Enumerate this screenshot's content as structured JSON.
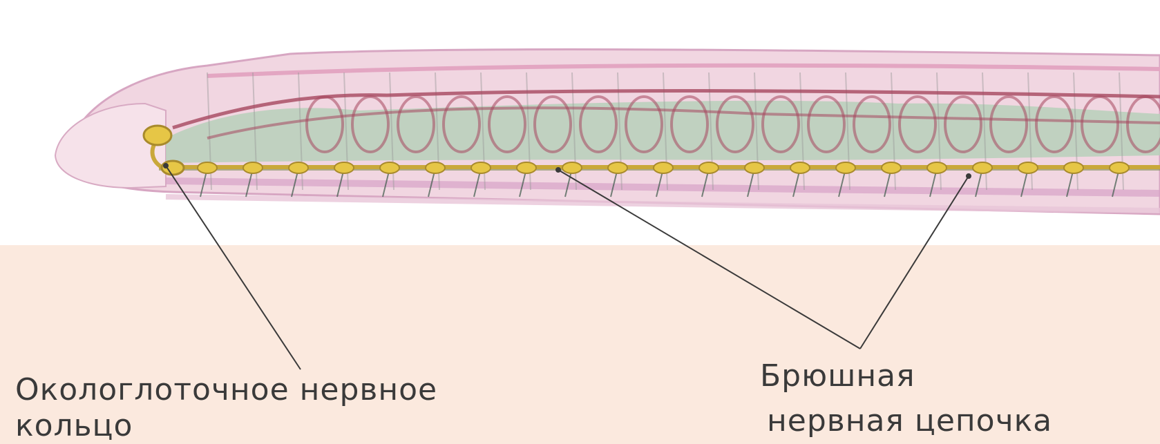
{
  "labels": {
    "ring": {
      "line1": "Окологлоточное нервное",
      "line2": "кольцо"
    },
    "cord": {
      "line1": "Брюшная",
      "line2": "нервная цепочка"
    }
  },
  "colors": {
    "background_top": "#ffffff",
    "background_bottom": "#fbe9de",
    "body_outline": "#d9a9c4",
    "body_fill": "#efd3df",
    "gut": "#b9d1b9",
    "septa": "#9a9a9a",
    "vessels": "#a0425e",
    "ganglia": "#e6c646",
    "nerve_cord": "#c9a83a",
    "leader_lines": "#3a3a3a"
  }
}
